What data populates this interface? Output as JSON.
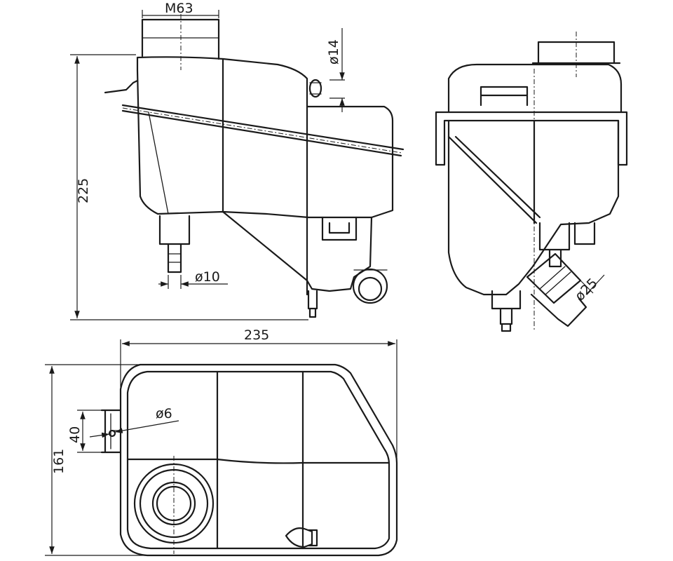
{
  "dimensions": {
    "thread": "M63",
    "port_upper": "ø14",
    "height": "225",
    "port_lower": "ø10",
    "width": "235",
    "depth": "161",
    "bracket_offset": "40",
    "bracket_hole": "ø6",
    "outlet": "ø25"
  },
  "colors": {
    "line": "#1a1a1a",
    "background": "#ffffff"
  }
}
